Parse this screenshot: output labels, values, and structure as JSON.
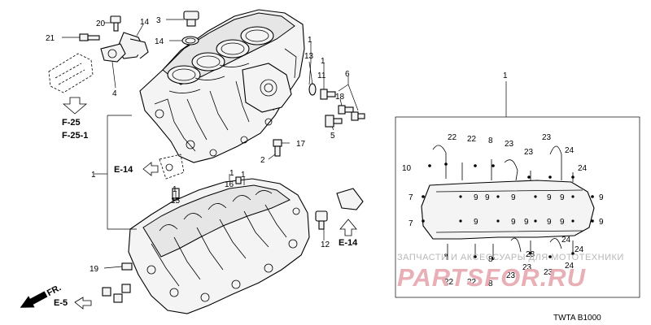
{
  "callouts": [
    {
      "id": "c1a",
      "text": "1"
    },
    {
      "id": "c1b",
      "text": "1"
    },
    {
      "id": "c1c",
      "text": "1"
    },
    {
      "id": "c1d",
      "text": "1"
    },
    {
      "id": "c1e",
      "text": "1"
    },
    {
      "id": "c1f",
      "text": "1"
    },
    {
      "id": "c1g",
      "text": "1"
    },
    {
      "id": "c2",
      "text": "2"
    },
    {
      "id": "c3",
      "text": "3"
    },
    {
      "id": "c4",
      "text": "4"
    },
    {
      "id": "c5",
      "text": "5"
    },
    {
      "id": "c6",
      "text": "6"
    },
    {
      "id": "c11",
      "text": "11"
    },
    {
      "id": "c12",
      "text": "12"
    },
    {
      "id": "c13",
      "text": "13"
    },
    {
      "id": "c14a",
      "text": "14"
    },
    {
      "id": "c14b",
      "text": "14"
    },
    {
      "id": "c15",
      "text": "15"
    },
    {
      "id": "c16",
      "text": "16"
    },
    {
      "id": "c17",
      "text": "17"
    },
    {
      "id": "c18",
      "text": "18"
    },
    {
      "id": "c19",
      "text": "19"
    },
    {
      "id": "c20",
      "text": "20"
    },
    {
      "id": "c21",
      "text": "21"
    }
  ],
  "refs": {
    "f25": "F-25",
    "f25_1": "F-25-1",
    "e14_top": "E-14",
    "e14_right": "E-14",
    "e5": "E-5",
    "fr": "FR."
  },
  "inset": {
    "labels": [
      {
        "id": "i22a",
        "text": "22"
      },
      {
        "id": "i22b",
        "text": "22"
      },
      {
        "id": "i8a",
        "text": "8"
      },
      {
        "id": "i23a",
        "text": "23"
      },
      {
        "id": "i23b",
        "text": "23"
      },
      {
        "id": "i23c",
        "text": "23"
      },
      {
        "id": "i24a",
        "text": "24"
      },
      {
        "id": "i24b",
        "text": "24"
      },
      {
        "id": "i10",
        "text": "10"
      },
      {
        "id": "i7a",
        "text": "7"
      },
      {
        "id": "i7b",
        "text": "7"
      },
      {
        "id": "i9a",
        "text": "9"
      },
      {
        "id": "i9b",
        "text": "9"
      },
      {
        "id": "i9c",
        "text": "9"
      },
      {
        "id": "i9d",
        "text": "9"
      },
      {
        "id": "i9e",
        "text": "9"
      },
      {
        "id": "i9f",
        "text": "9"
      },
      {
        "id": "i9g",
        "text": "9"
      },
      {
        "id": "i9h",
        "text": "9"
      },
      {
        "id": "i9i",
        "text": "9"
      },
      {
        "id": "i9j",
        "text": "9"
      },
      {
        "id": "i9k",
        "text": "9"
      },
      {
        "id": "i9l",
        "text": "9"
      },
      {
        "id": "i24c",
        "text": "24"
      },
      {
        "id": "i8b",
        "text": "8"
      },
      {
        "id": "i23d",
        "text": "23"
      },
      {
        "id": "i23e",
        "text": "23"
      },
      {
        "id": "i24d",
        "text": "24"
      },
      {
        "id": "i22c",
        "text": "22"
      },
      {
        "id": "i22d",
        "text": "22"
      },
      {
        "id": "i8c",
        "text": "8"
      },
      {
        "id": "i23f",
        "text": "23"
      },
      {
        "id": "i23g",
        "text": "23"
      },
      {
        "id": "i24e",
        "text": "24"
      }
    ]
  },
  "watermark": {
    "line1": "ЗАПЧАСТИ И АКСЕССУАРЫ ДЛЯ МОТОТЕХНИКИ",
    "line2": "PARTSFOR.RU"
  },
  "diagram_code": "TWTA  B1000"
}
